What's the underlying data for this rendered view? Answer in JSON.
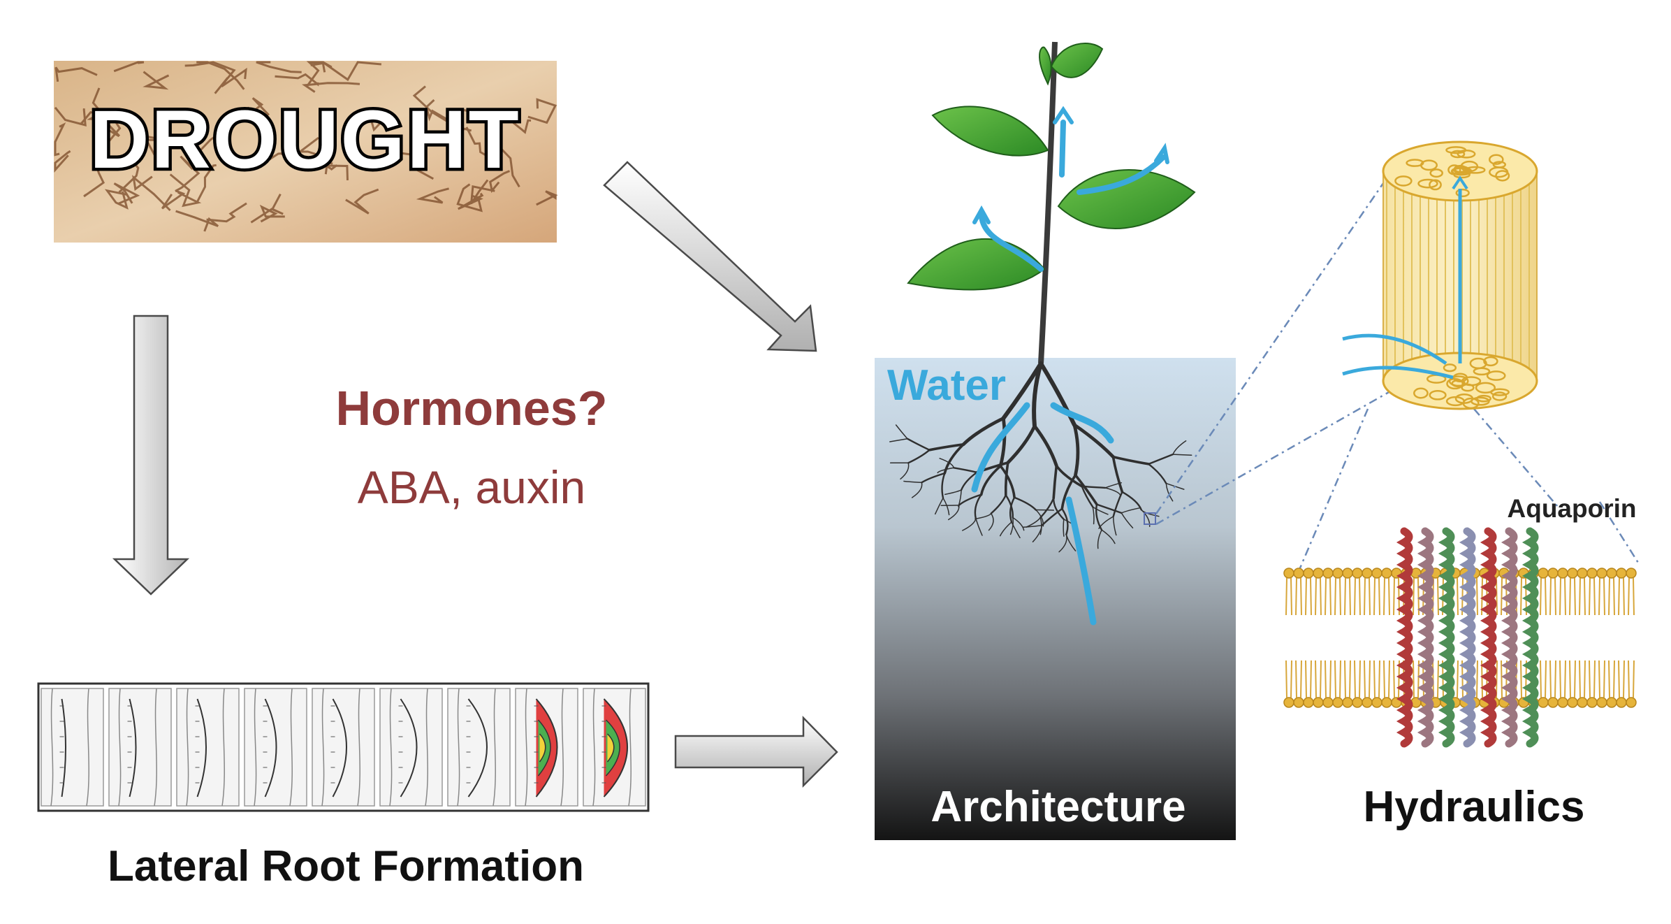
{
  "drought": {
    "label": "DROUGHT",
    "colors": {
      "soil_light": "#e8c9a4",
      "soil_mid": "#d9a878",
      "soil_dark": "#8a5a35",
      "text_fill": "#ffffff",
      "text_stroke": "#000000"
    }
  },
  "hormones": {
    "title": "Hormones?",
    "subtitle": "ABA, auxin",
    "color": "#8e3b3b"
  },
  "lateral_root": {
    "caption": "Lateral Root Formation",
    "stage_count": 9
  },
  "root_panel": {
    "water_label": "Water",
    "architecture_label": "Architecture",
    "water_color": "#3aa9dc",
    "leaf_color": "#3a9a2f"
  },
  "hydraulics": {
    "aquaporin_label": "Aquaporin",
    "caption": "Hydraulics",
    "membrane_color": "#e6b43b",
    "helix_colors": [
      "#b13a3a",
      "#9c7680",
      "#4f8f57",
      "#8a8fb0"
    ]
  },
  "arrows": {
    "fill_light": "#ffffff",
    "fill_dark": "#b5b5b5",
    "stroke": "#4a4a4a"
  }
}
